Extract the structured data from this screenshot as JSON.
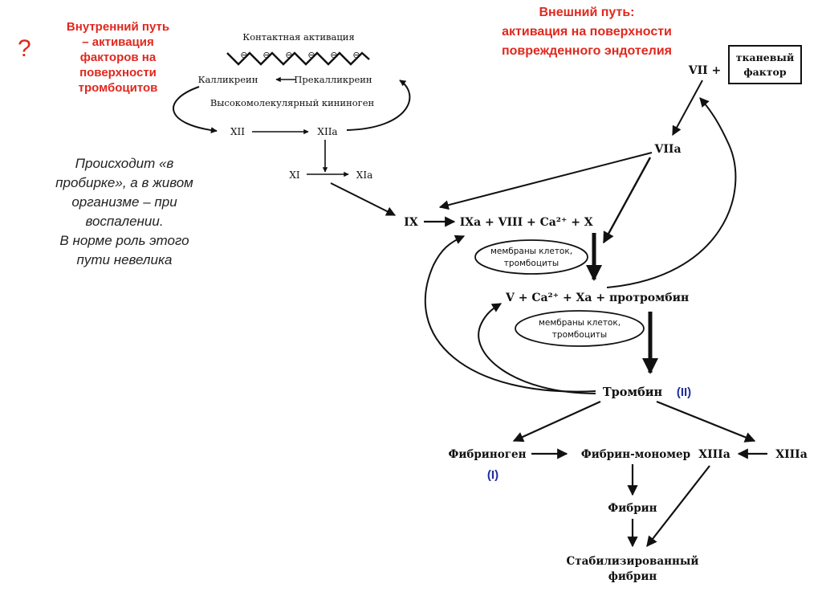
{
  "question_mark": "?",
  "intrinsic_title": [
    "Внутренний путь",
    "– активация",
    "факторов на",
    "поверхности",
    "тромбоцитов"
  ],
  "extrinsic_title": [
    "Внешний путь:",
    "активация на поверхности",
    "поврежденного  эндотелия"
  ],
  "note": [
    "Происходит «в",
    "пробирке», а в живом",
    "организме – при",
    "воспалении.",
    "В норме роль этого",
    "пути невелика"
  ],
  "contact_activation": "Контактная активация",
  "minus_sign": "⊖",
  "kallikrein": "Калликреин",
  "prekallikrein": "Прекалликреин",
  "hmw_kininogen": "Высокомолекулярный кининоген",
  "f12": "XII",
  "f12a": "XIIa",
  "f11": "XI",
  "f11a": "XIa",
  "f7": "VII +",
  "tissue_factor": [
    "тканевый",
    "фактор"
  ],
  "f7a": "VIIa",
  "f9": "IX",
  "f9a": "IXa",
  "tenase": "+ VIII + Ca²⁺ + X",
  "membranes1": [
    "мембраны клеток,",
    "тромбоциты"
  ],
  "prothrombinase": "V + Ca²⁺ + Xa + протромбин",
  "membranes2": [
    "мембраны клеток,",
    "тромбоциты"
  ],
  "thrombin": "Тромбин",
  "thrombin_roman": "(II)",
  "fibrinogen": "Фибриноген",
  "fibrinogen_roman": "(I)",
  "fibrin_monomer": "Фибрин-мономер",
  "f13a_1": "XIIIa",
  "f13a_2": "XIIIa",
  "fibrin": "Фибрин",
  "stabilized_fibrin": [
    "Стабилизированный",
    "фибрин"
  ],
  "colors": {
    "accent_red": "#e0281e",
    "roman_blue": "#1f2f9e",
    "ink": "#111111"
  }
}
